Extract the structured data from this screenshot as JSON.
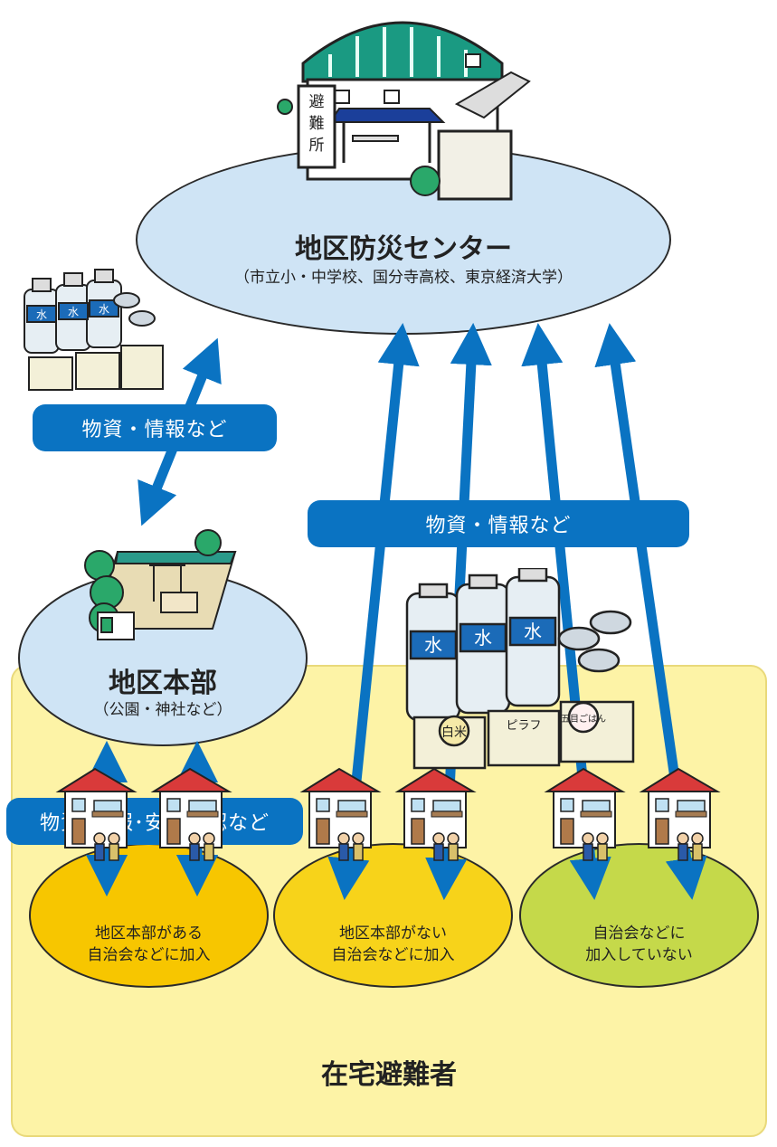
{
  "center": {
    "shelter_sign": "避難所",
    "title": "地区防災センター",
    "subtitle": "（市立小・中学校、国分寺高校、東京経済大学）"
  },
  "honbu": {
    "title": "地区本部",
    "subtitle": "（公園・神社など）"
  },
  "labels": {
    "left_upper": "物資・情報など",
    "right_middle": "物資・情報など",
    "left_lower": "物資･情報･安否確認など"
  },
  "supplies": {
    "water": "水",
    "rice": "白米",
    "pilaf": "ピラフ",
    "gomoku": "五目ごはん"
  },
  "groups": [
    {
      "line1": "地区本部がある",
      "line2": "自治会などに加入"
    },
    {
      "line1": "地区本部がない",
      "line2": "自治会などに加入"
    },
    {
      "line1": "自治会などに",
      "line2": "加入していない"
    }
  ],
  "bottom_title": "在宅避難者",
  "colors": {
    "arrow_blue": "#0a73c2",
    "ellipse_blue": "#cfe4f5",
    "panel_yellow": "#fdf3a6",
    "group_orange": "#f7c600",
    "group_yellow": "#f7d31a",
    "group_green": "#c5d94a"
  }
}
